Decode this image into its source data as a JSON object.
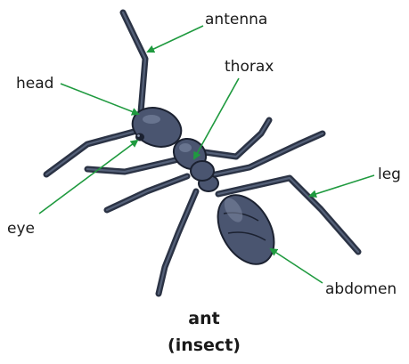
{
  "labels": {
    "antenna": "antenna",
    "head": "head",
    "thorax": "thorax",
    "leg": "leg",
    "eye": "eye",
    "abdomen": "abdomen"
  },
  "caption": {
    "name": "ant",
    "category": "(insect)"
  },
  "colors": {
    "leader_line": "#1f9a3f",
    "body": "#4a5570",
    "outline": "#1b2130"
  }
}
